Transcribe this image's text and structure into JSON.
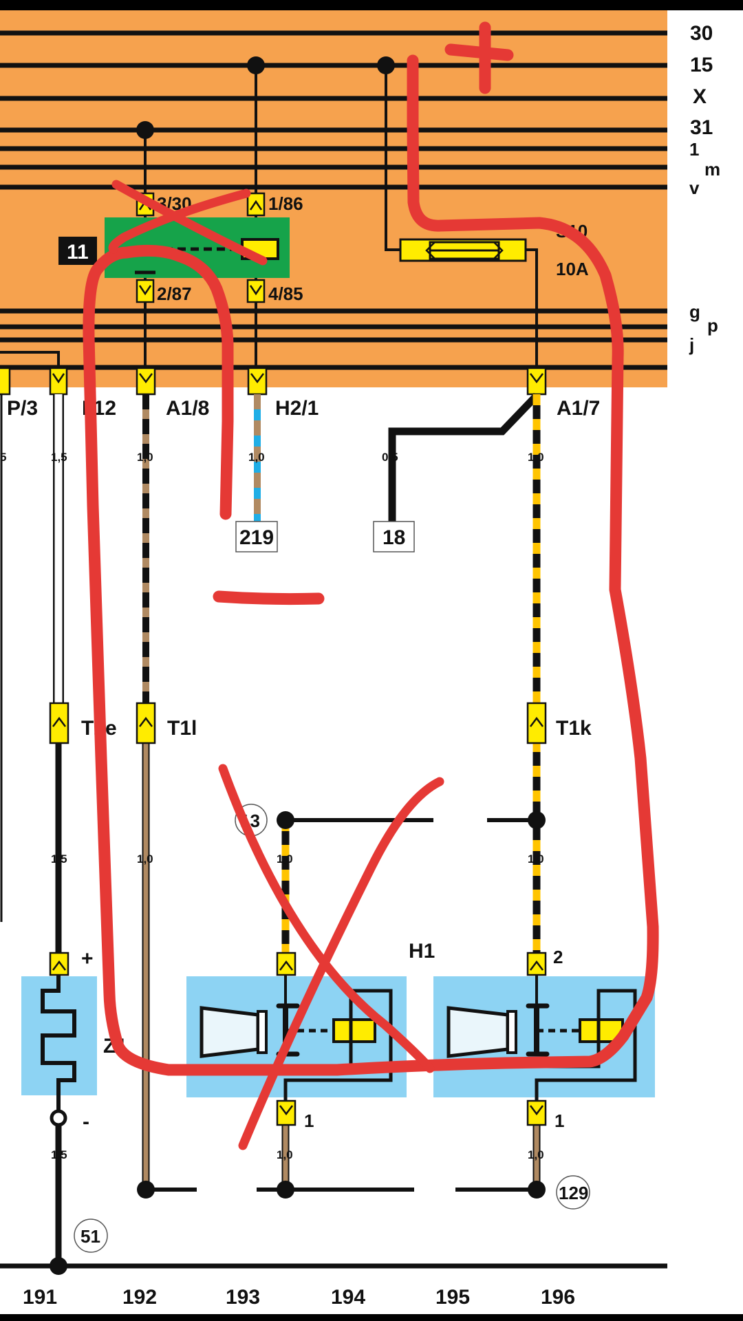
{
  "bus_labels": {
    "t30": "30",
    "t15": "15",
    "x": "X",
    "t31": "31",
    "t1": "1",
    "m": "m",
    "v": "v",
    "g": "g",
    "p": "p",
    "j": "j"
  },
  "relay": {
    "number": "11",
    "pin_3": "3/30",
    "pin_1": "1/86",
    "pin_2": "2/87",
    "pin_4": "4/85"
  },
  "fuse": {
    "name": "S10",
    "rating": "10A"
  },
  "connectors": {
    "p3": "P/3",
    "t12": "I 12",
    "a18": "A1/8",
    "h21": "H2/1",
    "a17": "A1/7",
    "t2e": "T2e",
    "t1l": "T1l",
    "t1k": "T1k"
  },
  "wire_sizes": {
    "w15": "1,5",
    "w10": "1,0",
    "w05": "0,5",
    "edge": "5"
  },
  "refs": {
    "r219": "219",
    "r18": "18",
    "r13": "13",
    "r129": "129",
    "r51": "51"
  },
  "components": {
    "horn": "H1",
    "heater": "Z1",
    "plus": "+",
    "minus": "-",
    "pin1": "1",
    "pin2": "2"
  },
  "columns": [
    "191",
    "192",
    "193",
    "194",
    "195",
    "196"
  ],
  "colors": {
    "orange": "#f6a24e",
    "green": "#16a34a",
    "yellow": "#ffec00",
    "blue": "#8dd3f3",
    "annotation": "#e53935"
  }
}
